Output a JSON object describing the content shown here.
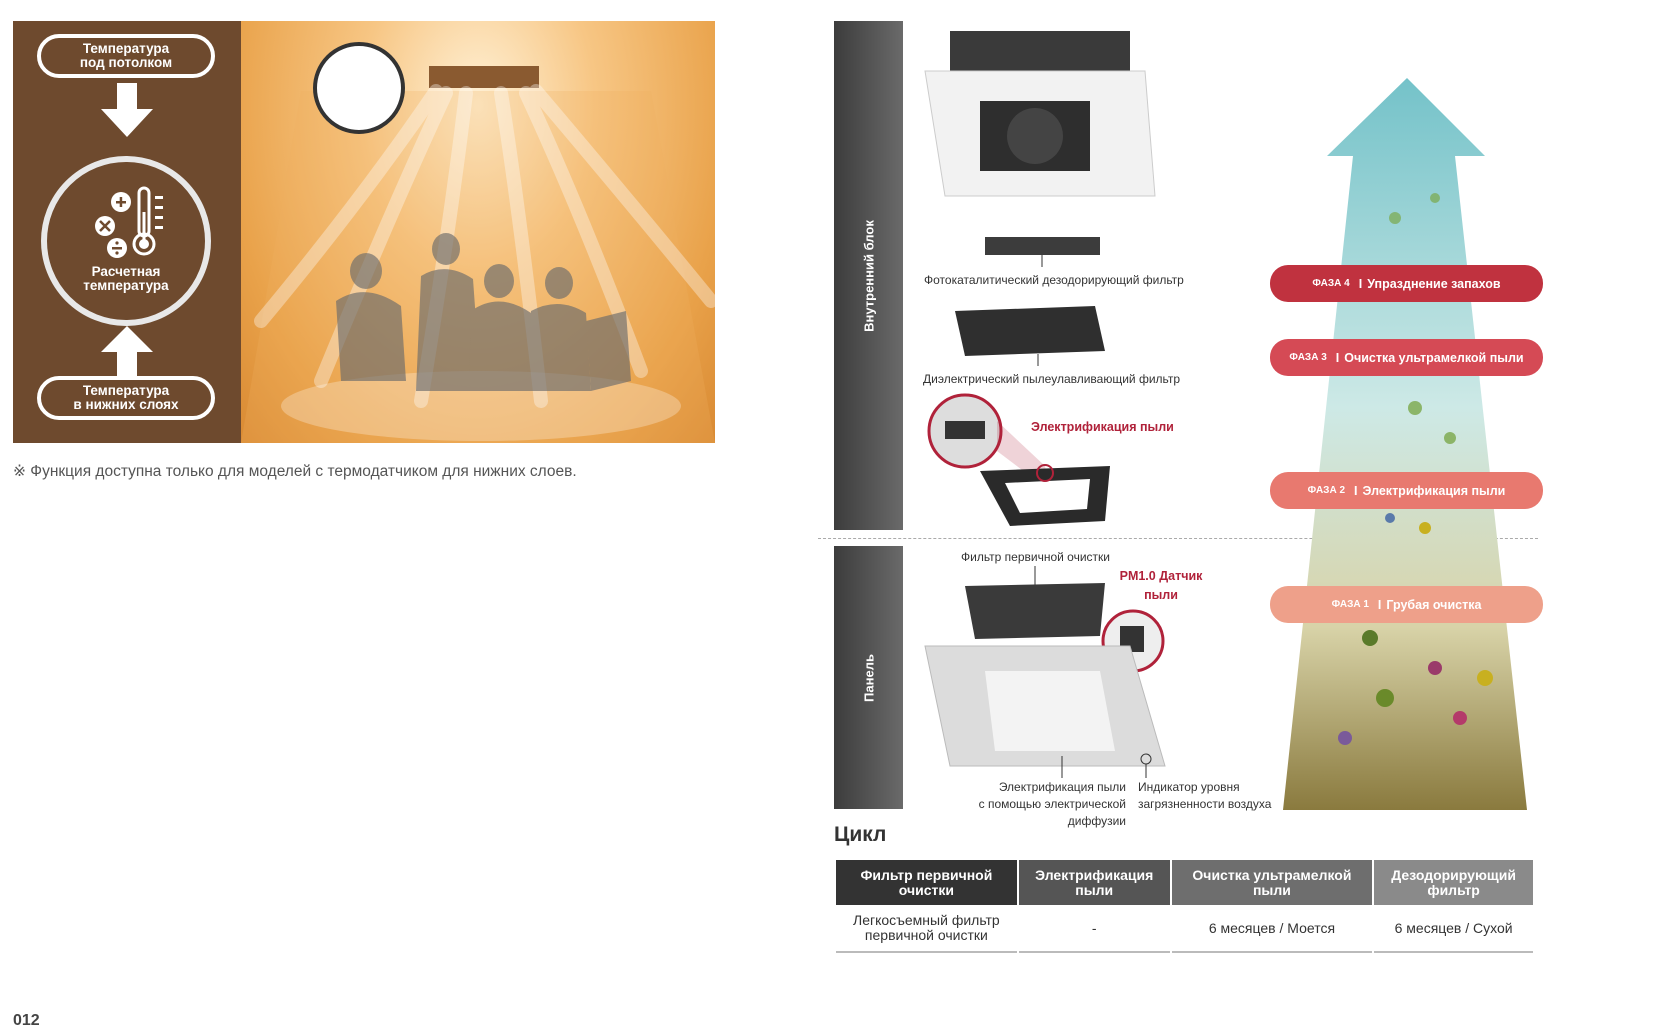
{
  "left_figure": {
    "ceiling_temp_label": "Температура\nпод потолком",
    "calculated_temp_label": "Расчетная\nтемпература",
    "lower_temp_label": "Температура\nв нижних слоях"
  },
  "footnote": "※ Функция доступна только для моделей с термодатчиком для нижних слоев.",
  "page_number": "012",
  "diagram": {
    "indoor_unit_label": "Внутренний блок",
    "panel_label": "Панель",
    "photocatalytic_filter": "Фотокаталитический дезодорирующий фильтр",
    "dielectric_filter": "Диэлектрический пылеулавливающий фильтр",
    "dust_electrification": "Электрификация пыли",
    "pre_filter": "Фильтр первичной очистки",
    "pm_sensor": "PM1.0 Датчик\nпыли",
    "electro_diffusion": "Электрификация пыли\nс помощью электрической диффузии",
    "air_indicator": "Индикатор уровня\nзагрязненности воздуха"
  },
  "phases": [
    {
      "code": "ФАЗА 4",
      "name": "Упразднение запахов",
      "color": "#c0323f"
    },
    {
      "code": "ФАЗА 3",
      "name": "Очистка ультрамелкой пыли",
      "color": "#d54a55"
    },
    {
      "code": "ФАЗА 2",
      "name": "Электрификация пыли",
      "color": "#e8796f"
    },
    {
      "code": "ФАЗА 1",
      "name": "Грубая очистка",
      "color": "#eea08a"
    }
  ],
  "cycle": {
    "title": "Цикл",
    "headers": [
      "Фильтр первичной\nочистки",
      "Электрификация\nпыли",
      "Очистка ультрамелкой\nпыли",
      "Дезодорирующий\nфильтр"
    ],
    "row": [
      "Легкосъемный фильтр\nпервичной очистки",
      "-",
      "6 месяцев / Моется",
      "6 месяцев / Сухой"
    ],
    "header_colors": [
      "#333333",
      "#555555",
      "#6e6e6e",
      "#8a8a8a"
    ]
  }
}
